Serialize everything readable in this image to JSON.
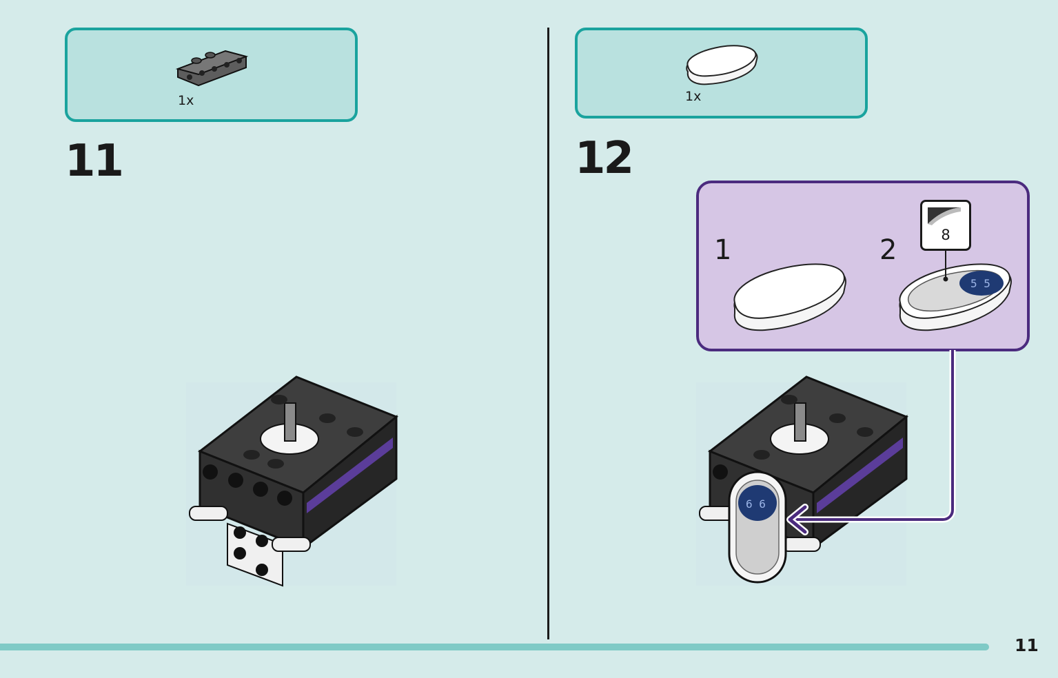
{
  "left_step": {
    "part_quantity": "1x",
    "step_number": "11",
    "part_icon": "dark-gray-bracket-plate-icon"
  },
  "right_step": {
    "part_quantity": "1x",
    "step_number": "12",
    "part_icon": "white-rounded-tile-icon",
    "sub_steps": [
      {
        "number": "1"
      },
      {
        "number": "2",
        "sticker_number": "8"
      }
    ]
  },
  "footer": {
    "page_number": "11"
  },
  "colors": {
    "background": "#d5ebea",
    "parts_box_fill": "#b9e1df",
    "parts_box_border": "#1aa39e",
    "sub_box_fill": "#d6c6e5",
    "sub_box_border": "#4b2b7e",
    "progress_bar": "#7fcac6"
  }
}
